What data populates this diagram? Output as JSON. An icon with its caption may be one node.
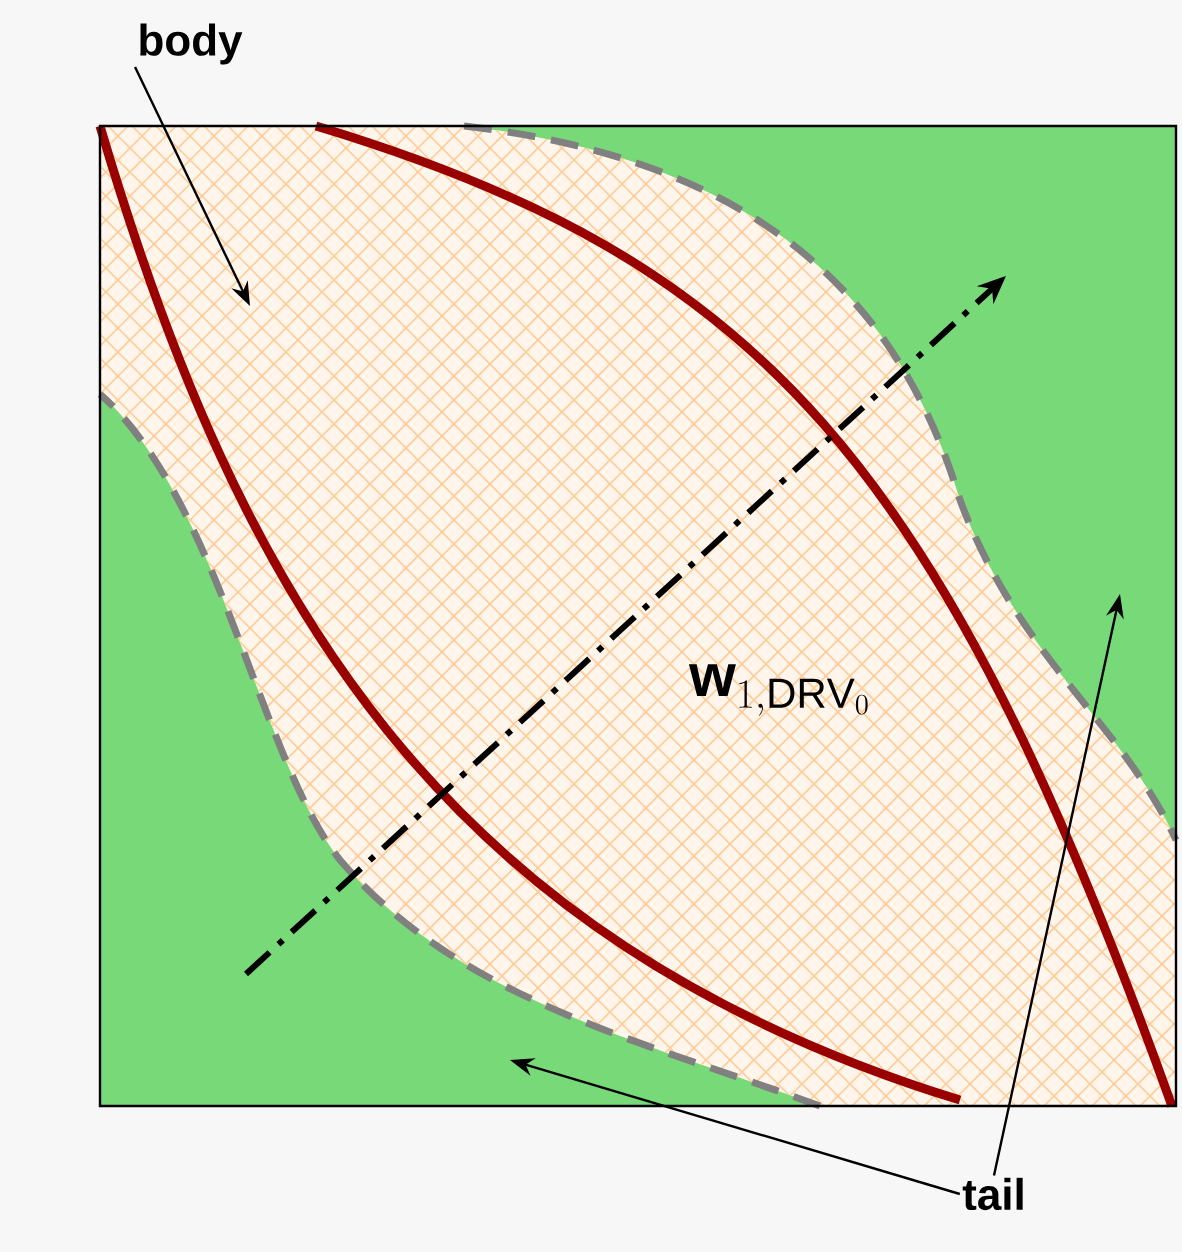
{
  "diagram": {
    "nodes": [
      {
        "text": [
          "body"
        ]
      },
      {
        "text": [
          "tail"
        ]
      }
    ],
    "edges": [
      {
        "from": 0,
        "to": null,
        "arrow": "to"
      },
      {
        "from": 1,
        "to": null,
        "arrow": "to"
      },
      {
        "from": 1,
        "to": null,
        "arrow": "to"
      }
    ],
    "labels": [
      "\\mathbf{w}_{1,\\mathrm{DRV}_0}"
    ]
  }
}
